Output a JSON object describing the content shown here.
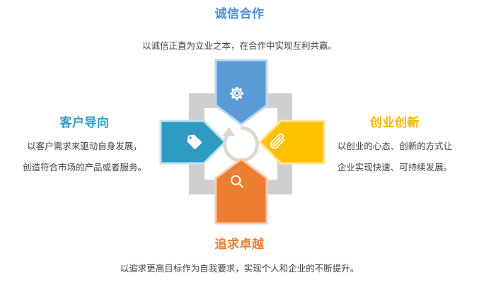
{
  "diagram": {
    "center_icon": "circular-refresh-arrow",
    "frame_color": "#cfcfcf",
    "center_arrow_color": "#ddd8cc",
    "background": "#ffffff"
  },
  "quadrants": {
    "top": {
      "title": "诚信合作",
      "description": "以诚信正直为立业之本，在合作中实现互利共赢。",
      "color": "#5b9bd5",
      "title_color": "#4a90d9",
      "icon": "gear-icon",
      "direction": "down"
    },
    "left": {
      "title": "客户导向",
      "description_line1": "以客户需求来驱动自身发展，",
      "description_line2": "创造符合市场的产品或者服务。",
      "color": "#2f9bc0",
      "title_color": "#2f9bc0",
      "icon": "tag-icon",
      "direction": "right"
    },
    "right": {
      "title": "创业创新",
      "description_line1": "以创业的心态、创新的方式让",
      "description_line2": "企业实现快速、可持续发展。",
      "color": "#ffc000",
      "title_color": "#f5b700",
      "icon": "paperclip-icon",
      "direction": "left"
    },
    "bottom": {
      "title": "追求卓越",
      "description": "以追求更高目标作为自我要求，实现个人和企业的不断提升。",
      "color": "#ed7d31",
      "title_color": "#ed7d31",
      "icon": "search-icon",
      "direction": "up"
    }
  }
}
